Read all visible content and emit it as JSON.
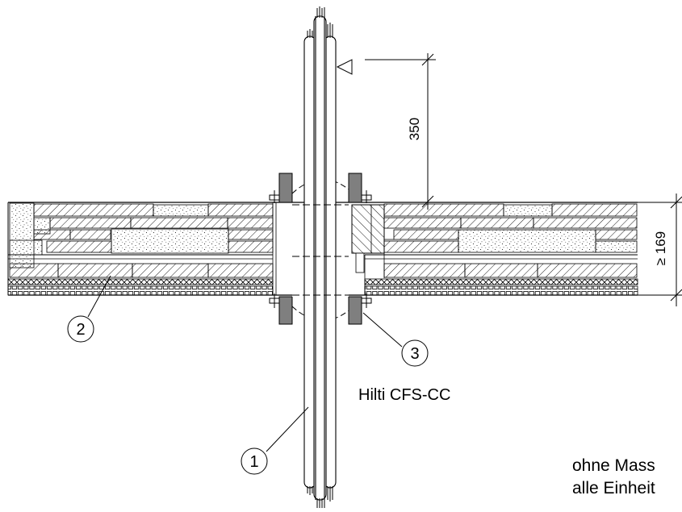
{
  "drawing": {
    "dimension_height": "350",
    "dimension_thickness": "≥ 169",
    "callouts": [
      {
        "number": "1"
      },
      {
        "number": "2"
      },
      {
        "number": "3"
      }
    ],
    "product_label": "Hilti CFS-CC",
    "note_line1": "ohne Mass",
    "note_line2": "alle Einheit"
  },
  "colors": {
    "line": "#000000",
    "collar_fill": "#7f7f7f",
    "background": "#ffffff"
  },
  "icons": [
    "level-marker-triangle-icon",
    "leader-dot-icon"
  ]
}
